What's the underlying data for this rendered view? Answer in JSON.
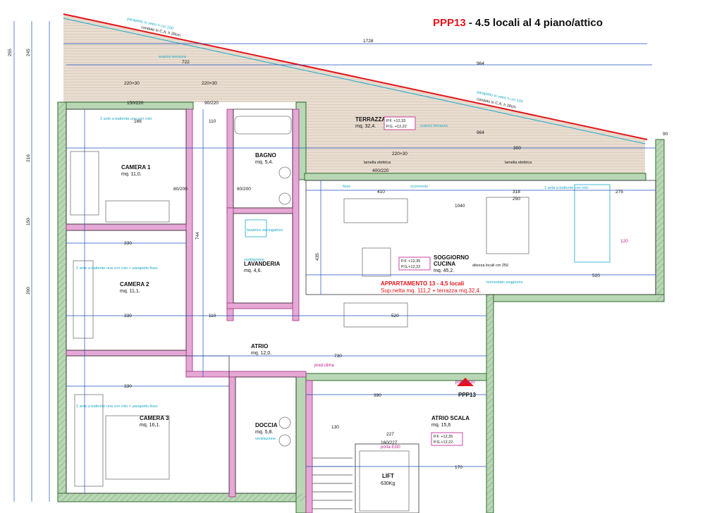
{
  "header": {
    "code": "PPP13",
    "subtitle": " - 4.5 locali al 4 piano/attico"
  },
  "colors": {
    "wall_outer": "#b9d7b5",
    "wall_inner": "#e6a8d6",
    "terrace_fill": "#e8ddd0",
    "dimension_blue": "#1f4fbf",
    "note_cyan": "#1aa9c9",
    "accent_red": "#e4141b",
    "label_magenta": "#c0188c"
  },
  "rooms": {
    "terrazza": {
      "name": "TERRAZZA",
      "area": "mq. 32,4."
    },
    "camera1": {
      "name": "CAMERA 1",
      "area": "mq. 11,0."
    },
    "bagno": {
      "name": "BAGNO",
      "area": "mq. 5,4."
    },
    "lavanderia": {
      "name": "LAVANDERIA",
      "area": "mq. 4,6."
    },
    "soggiorno": {
      "name": "SOGGIORNO",
      "name2": "CUCINA",
      "area": "mq. 45,2."
    },
    "camera2": {
      "name": "CAMERA 2",
      "area": "mq. 11,1."
    },
    "atrio": {
      "name": "ATRIO",
      "area": "mq. 12,0."
    },
    "camera3": {
      "name": "CAMERA 3",
      "area": "mq. 16,1."
    },
    "doccia": {
      "name": "DOCCIA",
      "area": "mq. 5,8."
    },
    "atrio_scala": {
      "name": "ATRIO SCALA",
      "area": "mq. 15,6"
    },
    "lift": {
      "name": "LIFT",
      "cap": "630Kg"
    }
  },
  "apartment": {
    "title": "APPARTAMENTO 13 - 4,5 locali",
    "detail": "Sup.netta mq. 111,2 + terrazza mq.32,4."
  },
  "levels": {
    "terrazza": [
      "P.F. +12,33",
      "P.G. +12,22"
    ],
    "soggiorno": [
      "P.F. +12,35",
      "P.G.+12,22"
    ],
    "scala": [
      "P.F. +12,35",
      "P.G.+12,22"
    ],
    "altezza": "altezza locali cm 250"
  },
  "notes": {
    "parapetto_top": "parapetto in vetro h cm 100",
    "condolo_top": "condolo in C.A. h 28cm",
    "parapetto_mid": "parapetto in vetro h cm 100",
    "condolo_mid": "condolo in C.A. h 28cm",
    "scarico1": "scarico terrazza",
    "scarico2": "scarico terrazza",
    "lamella1": "lamella elettrica",
    "lamella2": "lamella elettrica",
    "fisso": "fisso",
    "scorrevole": "scorrevole",
    "battente": "1 anta a battente con roto",
    "ante_cam1": "2 ante a battente una con roto",
    "ante_cam2": "2 ante a battente una con roto + parapetto fisso",
    "ante_cam3": "2 ante a battente una con roto + parapetto fisso",
    "ventilazione1": "ventilazione",
    "ventilazione2": "ventilazione",
    "termostato": "termostato soggiorno",
    "porta_ei30": "porta EI30",
    "porta_ei30b": "porta EI30",
    "pred_clima": "pred.clima",
    "lavatrice": "lavatrice asciugatrice",
    "ppp13_tag": "PPP13"
  },
  "dims": {
    "d1728": "1728",
    "d964a": "964",
    "d964b": "964",
    "d722": "722",
    "d410": "410",
    "d1040": "1040",
    "d520a": "520",
    "d520b": "520",
    "d330a": "330",
    "d330b": "330",
    "d330c": "330",
    "d730": "730",
    "d390": "390",
    "d300": "300",
    "d220x30a": "220×30",
    "d220x30b": "220×30",
    "d220x30c": "220×30",
    "d400_220": "400/220",
    "d150_220": "150/220",
    "d90_220": "90/220",
    "d80_200a": "80/200",
    "d80_200b": "80/200",
    "d318": "318",
    "d250": "250",
    "d275": "275",
    "d166": "166",
    "d110": "110",
    "d744": "744",
    "d435": "435",
    "d200": "200",
    "d216": "216",
    "d150": "150",
    "d245": "245",
    "d255": "255",
    "d160_227": "160/227",
    "d170": "170",
    "d130": "130",
    "d227": "227",
    "d120": "120",
    "d110b": "110",
    "d90": "90"
  }
}
